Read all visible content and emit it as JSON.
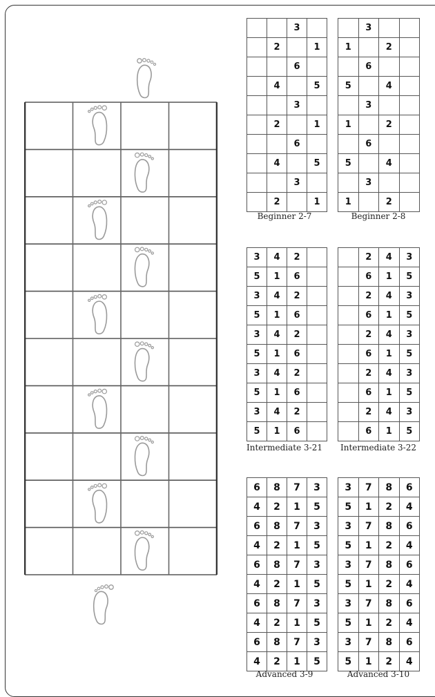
{
  "ladder": {
    "rows": 10,
    "cols": 4,
    "right_foot_column": 3,
    "left_foot_column": 2
  },
  "grids": {
    "beginner_2_7": {
      "caption": "Beginner 2-7",
      "rows": [
        [
          "",
          "",
          "3",
          ""
        ],
        [
          "",
          "2",
          "",
          "1"
        ],
        [
          "",
          "",
          "6",
          ""
        ],
        [
          "",
          "4",
          "",
          "5"
        ],
        [
          "",
          "",
          "3",
          ""
        ],
        [
          "",
          "2",
          "",
          "1"
        ],
        [
          "",
          "",
          "6",
          ""
        ],
        [
          "",
          "4",
          "",
          "5"
        ],
        [
          "",
          "",
          "3",
          ""
        ],
        [
          "",
          "2",
          "",
          "1"
        ]
      ]
    },
    "beginner_2_8": {
      "caption": "Beginner 2-8",
      "rows": [
        [
          "",
          "3",
          "",
          ""
        ],
        [
          "1",
          "",
          "2",
          ""
        ],
        [
          "",
          "6",
          "",
          ""
        ],
        [
          "5",
          "",
          "4",
          ""
        ],
        [
          "",
          "3",
          "",
          ""
        ],
        [
          "1",
          "",
          "2",
          ""
        ],
        [
          "",
          "6",
          "",
          ""
        ],
        [
          "5",
          "",
          "4",
          ""
        ],
        [
          "",
          "3",
          "",
          ""
        ],
        [
          "1",
          "",
          "2",
          ""
        ]
      ]
    },
    "intermediate_3_21": {
      "caption": "Intermediate 3-21",
      "rows": [
        [
          "3",
          "4",
          "2",
          ""
        ],
        [
          "5",
          "1",
          "6",
          ""
        ],
        [
          "3",
          "4",
          "2",
          ""
        ],
        [
          "5",
          "1",
          "6",
          ""
        ],
        [
          "3",
          "4",
          "2",
          ""
        ],
        [
          "5",
          "1",
          "6",
          ""
        ],
        [
          "3",
          "4",
          "2",
          ""
        ],
        [
          "5",
          "1",
          "6",
          ""
        ],
        [
          "3",
          "4",
          "2",
          ""
        ],
        [
          "5",
          "1",
          "6",
          ""
        ]
      ]
    },
    "intermediate_3_22": {
      "caption": "Intermediate 3-22",
      "rows": [
        [
          "",
          "2",
          "4",
          "3"
        ],
        [
          "",
          "6",
          "1",
          "5"
        ],
        [
          "",
          "2",
          "4",
          "3"
        ],
        [
          "",
          "6",
          "1",
          "5"
        ],
        [
          "",
          "2",
          "4",
          "3"
        ],
        [
          "",
          "6",
          "1",
          "5"
        ],
        [
          "",
          "2",
          "4",
          "3"
        ],
        [
          "",
          "6",
          "1",
          "5"
        ],
        [
          "",
          "2",
          "4",
          "3"
        ],
        [
          "",
          "6",
          "1",
          "5"
        ]
      ]
    },
    "advanced_3_9": {
      "caption": "Advanced 3-9",
      "rows": [
        [
          "6",
          "8",
          "7",
          "3"
        ],
        [
          "4",
          "2",
          "1",
          "5"
        ],
        [
          "6",
          "8",
          "7",
          "3"
        ],
        [
          "4",
          "2",
          "1",
          "5"
        ],
        [
          "6",
          "8",
          "7",
          "3"
        ],
        [
          "4",
          "2",
          "1",
          "5"
        ],
        [
          "6",
          "8",
          "7",
          "3"
        ],
        [
          "4",
          "2",
          "1",
          "5"
        ],
        [
          "6",
          "8",
          "7",
          "3"
        ],
        [
          "4",
          "2",
          "1",
          "5"
        ]
      ]
    },
    "advanced_3_10": {
      "caption": "Advanced 3-10",
      "rows": [
        [
          "3",
          "7",
          "8",
          "6"
        ],
        [
          "5",
          "1",
          "2",
          "4"
        ],
        [
          "3",
          "7",
          "8",
          "6"
        ],
        [
          "5",
          "1",
          "2",
          "4"
        ],
        [
          "3",
          "7",
          "8",
          "6"
        ],
        [
          "5",
          "1",
          "2",
          "4"
        ],
        [
          "3",
          "7",
          "8",
          "6"
        ],
        [
          "5",
          "1",
          "2",
          "4"
        ],
        [
          "3",
          "7",
          "8",
          "6"
        ],
        [
          "5",
          "1",
          "2",
          "4"
        ]
      ]
    }
  }
}
